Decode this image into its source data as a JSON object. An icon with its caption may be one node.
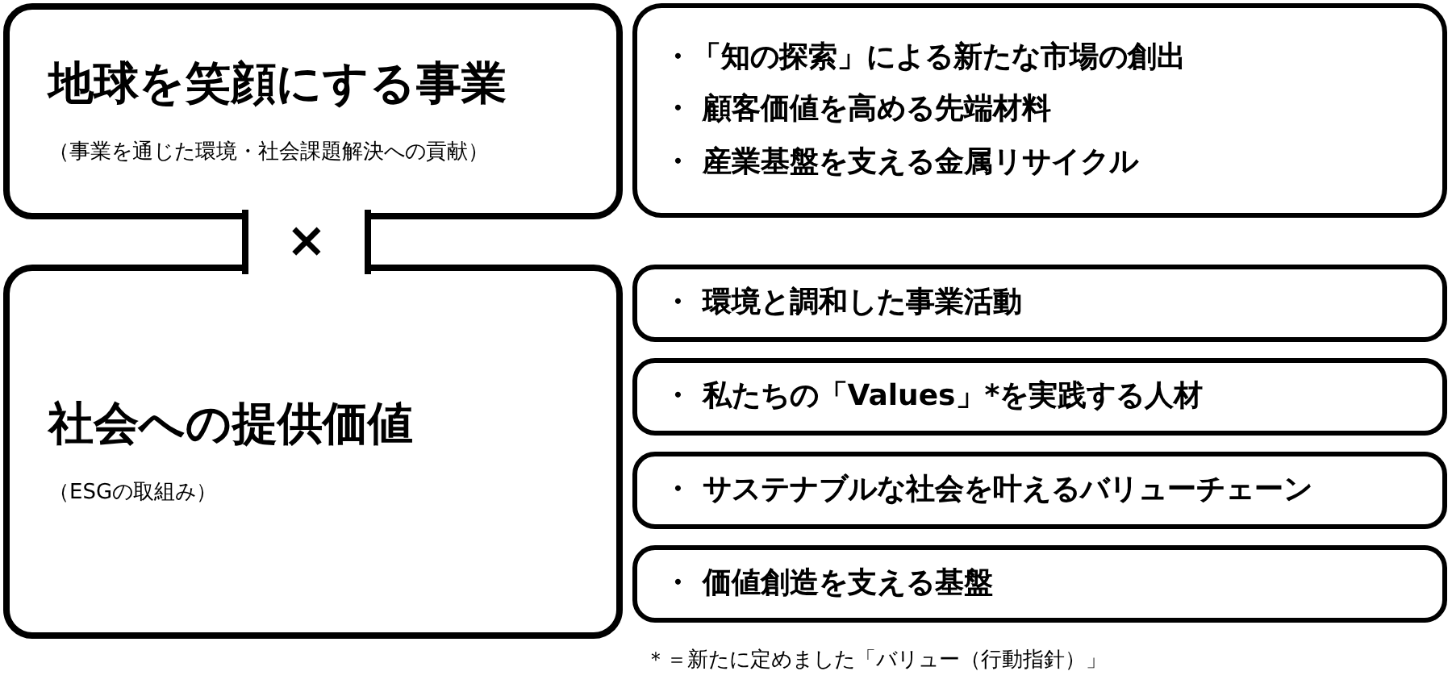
{
  "diagram": {
    "nodes": [
      {
        "text": [
          "地球を笑顔にする事業",
          "（事業を通じた環境・社会課題解決への貢献）"
        ]
      },
      {
        "text": [
          "社会への提供価値",
          "（ESGの取組み）"
        ]
      },
      {
        "text": [
          "・「知の探索」による新たな市場の創出",
          "・ 顧客価値を高める先端材料",
          "・ 産業基盤を支える金属リサイクル"
        ]
      },
      {
        "text": [
          "・ 環境と調和した事業活動"
        ]
      },
      {
        "text": [
          "・ 私たちの「Values」*を実践する人材"
        ]
      },
      {
        "text": [
          "・ サステナブルな社会を叶えるバリューチェーン"
        ]
      },
      {
        "text": [
          "・ 価値創造を支える基盤"
        ]
      }
    ],
    "labels": [
      "×",
      "＊＝新たに定めました「バリュー（行動指針）」"
    ]
  }
}
